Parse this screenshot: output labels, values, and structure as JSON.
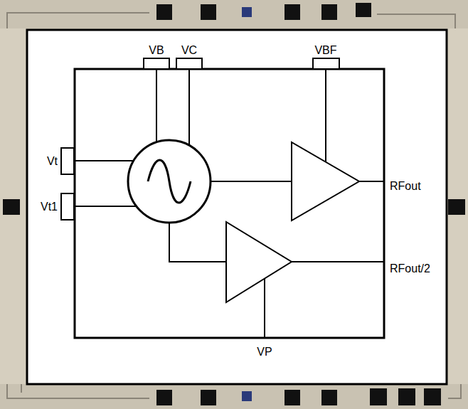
{
  "diagram": {
    "labels": [
      "VB",
      "VC",
      "VBF",
      "Vt",
      "Vt1",
      "RFout",
      "RFout/2",
      "VP"
    ]
  }
}
